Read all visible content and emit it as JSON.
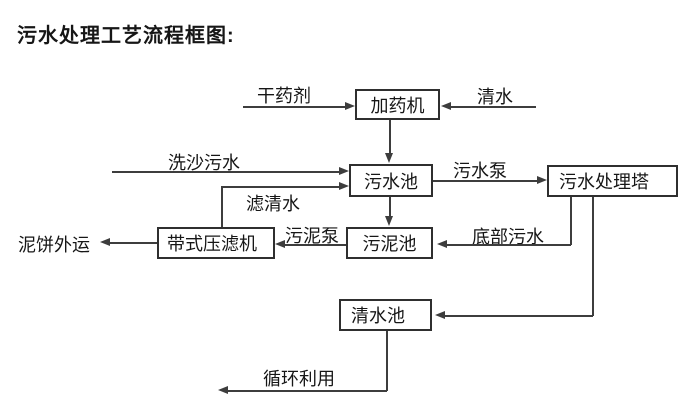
{
  "title": "污水处理工艺流程框图:",
  "diagram": {
    "type": "flowchart",
    "nodes": {
      "dosing_machine": "加药机",
      "sewage_pool": "污水池",
      "treatment_tower": "污水处理塔",
      "belt_filter_press": "带式压滤机",
      "sludge_pool": "污泥池",
      "clean_water_pool": "清水池"
    },
    "labels": {
      "dry_agent": "干药剂",
      "clean_water": "清水",
      "sand_washing_sewage": "洗沙污水",
      "sewage_pump": "污水泵",
      "filtered_water": "滤清水",
      "sludge_pump": "污泥泵",
      "bottom_sewage": "底部污水",
      "mud_cake_out": "泥饼外运",
      "recycle": "循环利用"
    },
    "edges": [
      {
        "from": "干药剂",
        "to": "加药机",
        "label": ""
      },
      {
        "from": "清水",
        "to": "加药机",
        "label": ""
      },
      {
        "from": "加药机",
        "to": "污水池",
        "label": ""
      },
      {
        "from": "洗沙污水",
        "to": "污水池",
        "label": ""
      },
      {
        "from": "带式压滤机",
        "to": "污水池",
        "label": "滤清水"
      },
      {
        "from": "污水池",
        "to": "污水处理塔",
        "label": "污水泵"
      },
      {
        "from": "污水池",
        "to": "污泥池",
        "label": ""
      },
      {
        "from": "污水处理塔",
        "to": "污泥池",
        "label": "底部污水"
      },
      {
        "from": "污泥池",
        "to": "带式压滤机",
        "label": "污泥泵"
      },
      {
        "from": "带式压滤机",
        "to": "泥饼外运",
        "label": ""
      },
      {
        "from": "污水处理塔",
        "to": "清水池",
        "label": ""
      },
      {
        "from": "清水池",
        "to": "循环利用",
        "label": ""
      }
    ],
    "colors": {
      "line": "#3d3d3d",
      "box_border": "#2f2f2f",
      "text": "#161616",
      "background": "#ffffff"
    }
  }
}
